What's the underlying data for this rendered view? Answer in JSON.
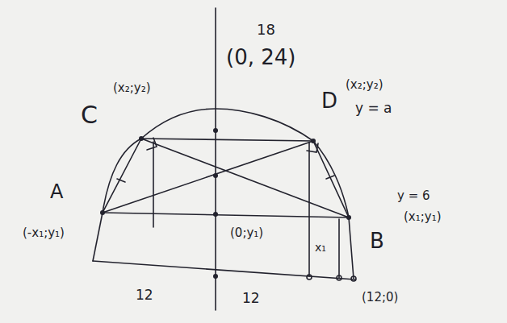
{
  "diagram": {
    "labels": [
      "18",
      "(0, 24)",
      "C",
      "(x₂;y₂)",
      "D",
      "(x₂;y₂)",
      "y = a",
      "A",
      "(-x₁;y₁)",
      "B",
      "y = 6",
      "(x₁;y₁)",
      "(0;y₁)",
      "x₁",
      "12",
      "12",
      "(12;0)"
    ]
  }
}
